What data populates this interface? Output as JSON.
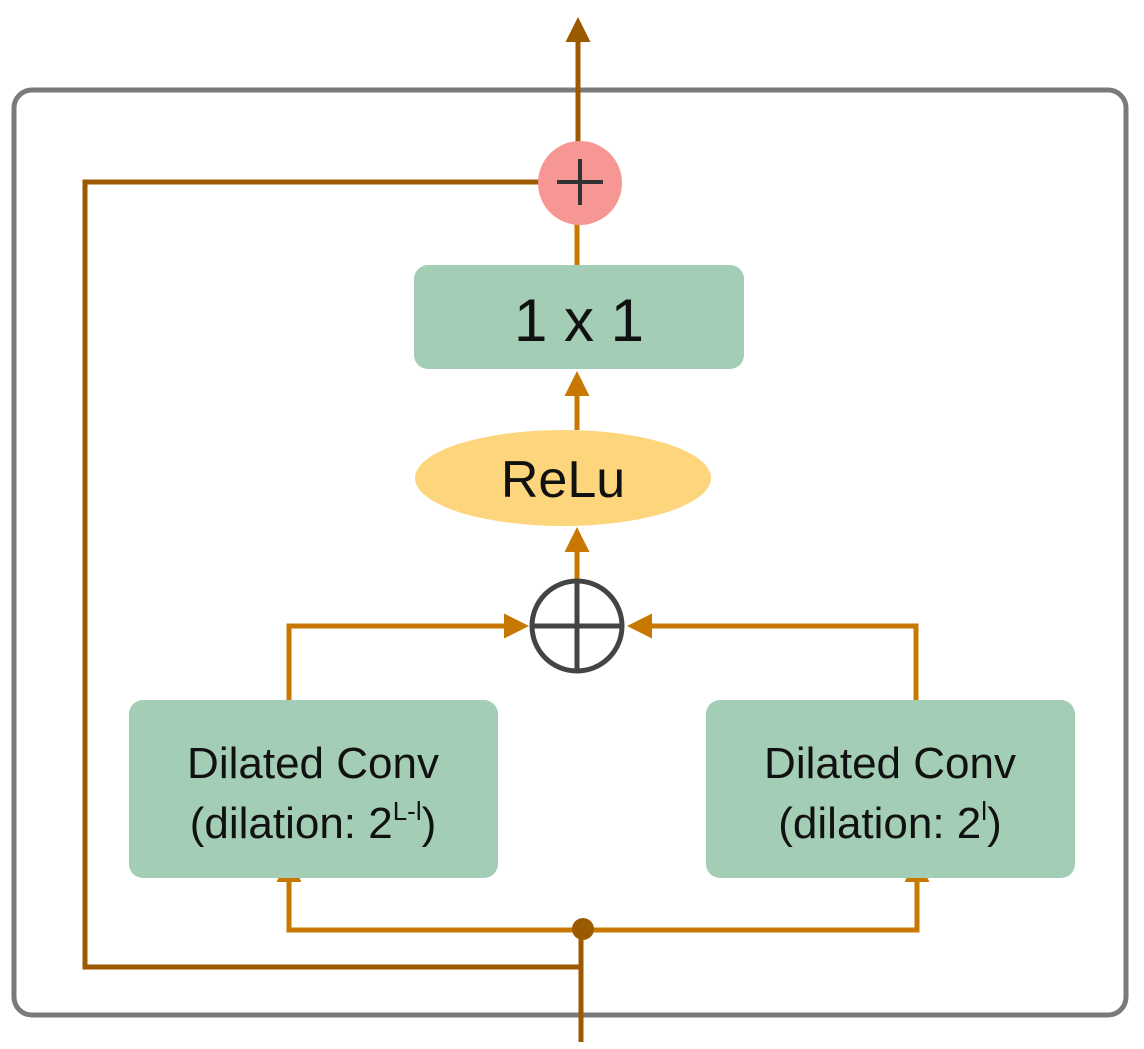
{
  "blocks": {
    "conv1x1": {
      "label": "1 x 1"
    },
    "relu": {
      "label": "ReLu"
    },
    "dilated_left": {
      "line1": "Dilated Conv",
      "line2_prefix": "(dilation: 2",
      "superscript": "L-l",
      "line2_suffix": ")"
    },
    "dilated_right": {
      "line1": "Dilated Conv",
      "line2_prefix": "(dilation: 2",
      "superscript": "l",
      "line2_suffix": ")"
    }
  },
  "symbols": {
    "residual_add": "+",
    "sum_node": "⊕"
  },
  "colors": {
    "frame": "#7a7a7a",
    "residual_line": "#9c5a00",
    "flow_line": "#c87800",
    "block_fill": "#a3cdb5",
    "relu_fill": "#fdd57c",
    "residual_add_fill": "#f79793",
    "sum_node_stroke": "#444444"
  }
}
